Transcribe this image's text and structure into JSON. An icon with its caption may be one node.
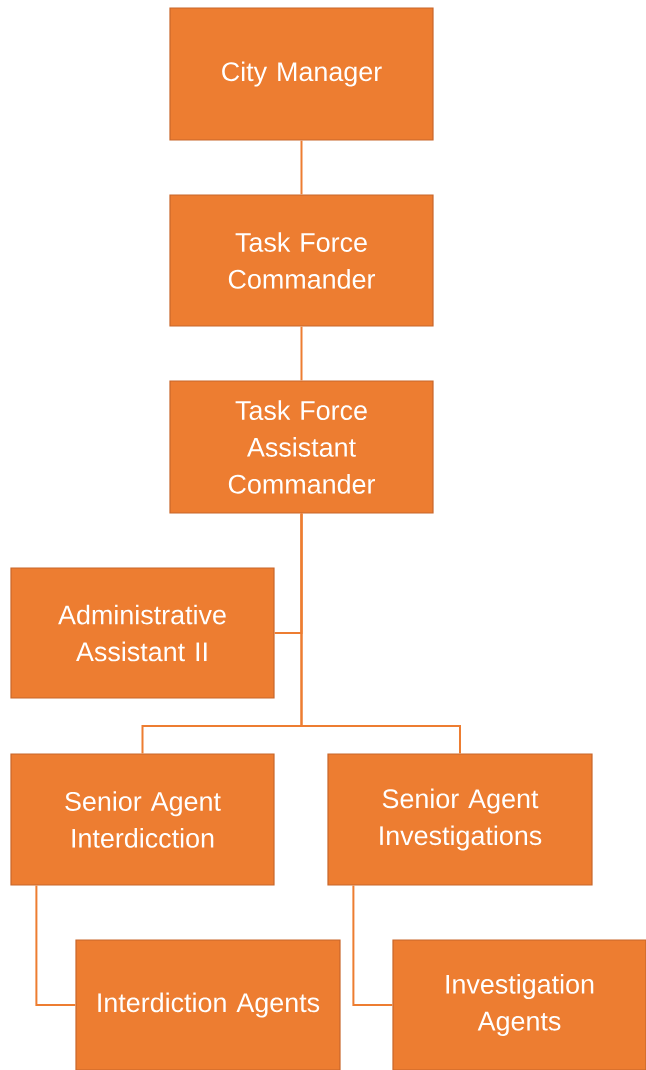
{
  "diagram": {
    "nodes": [
      {
        "text": [
          "City Manager"
        ]
      },
      {
        "text": [
          "Task Force Commander"
        ]
      },
      {
        "text": [
          "Task Force Assistant Commander"
        ]
      },
      {
        "text": [
          "Administrative Assistant II"
        ]
      },
      {
        "text": [
          "Senior Agent Interdicction"
        ]
      },
      {
        "text": [
          "Senior Agent Investigations"
        ]
      },
      {
        "text": [
          "Interdiction Agents"
        ]
      },
      {
        "text": [
          "Investigation Agents"
        ]
      }
    ],
    "edges": [
      {
        "from": 0,
        "to": 1,
        "arrow": "none"
      },
      {
        "from": 1,
        "to": 2,
        "arrow": "none"
      },
      {
        "from": 2,
        "to": 3,
        "arrow": "none"
      },
      {
        "from": 2,
        "to": 4,
        "arrow": "none"
      },
      {
        "from": 2,
        "to": 5,
        "arrow": "none"
      },
      {
        "from": 4,
        "to": 6,
        "arrow": "none"
      },
      {
        "from": 5,
        "to": 7,
        "arrow": "none"
      }
    ]
  }
}
